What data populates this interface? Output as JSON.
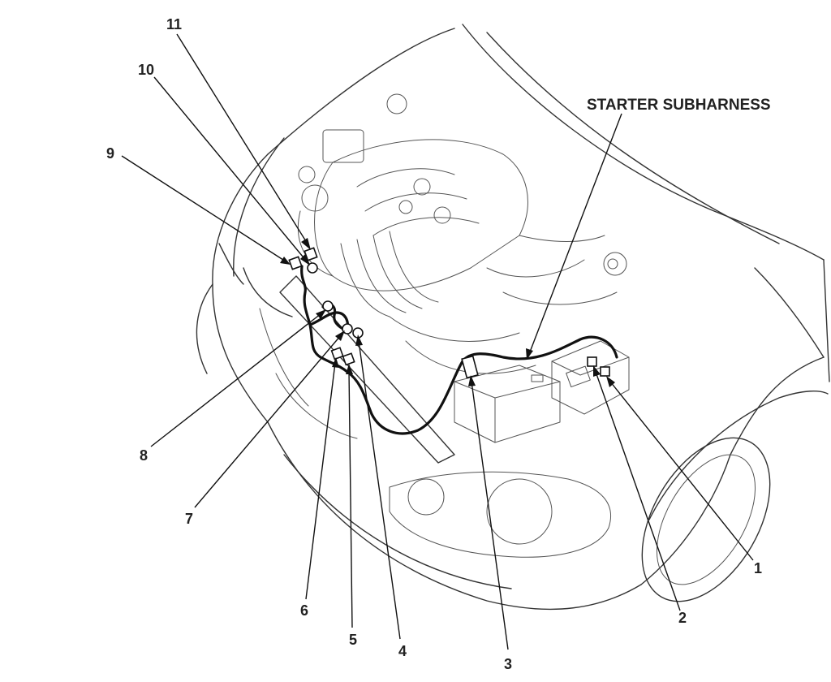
{
  "diagram": {
    "title": "STARTER SUBHARNESS",
    "callouts": [
      "1",
      "2",
      "3",
      "4",
      "5",
      "6",
      "7",
      "8",
      "9",
      "10",
      "11"
    ],
    "colors": {
      "ink": "#111111",
      "outline": "#333333",
      "background": "#ffffff"
    }
  }
}
